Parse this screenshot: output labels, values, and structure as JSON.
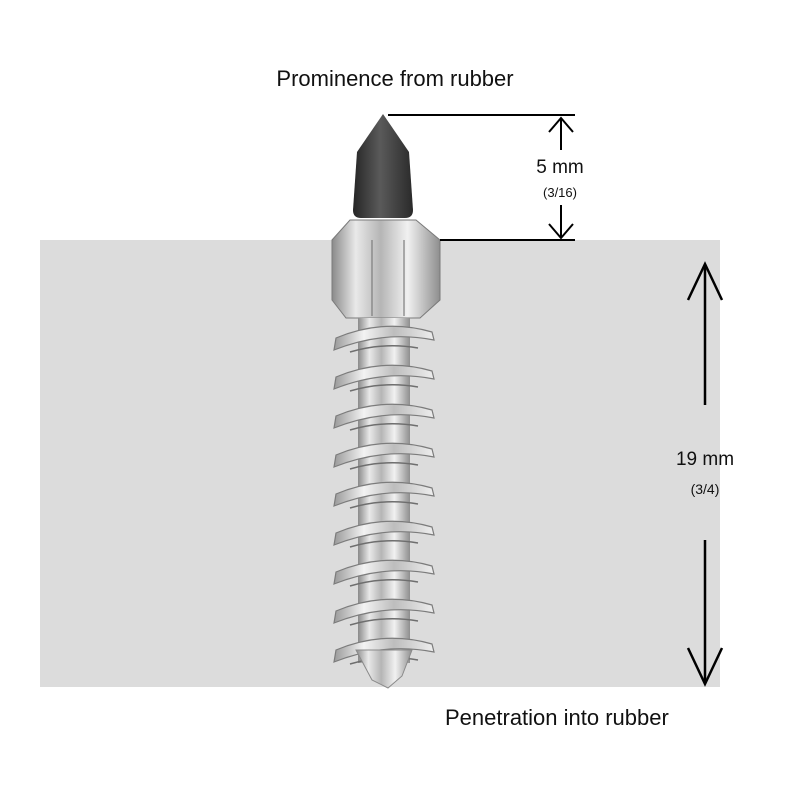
{
  "labels": {
    "prominence_title": "Prominence from rubber",
    "prominence_value": "5 mm",
    "prominence_fraction": "(3/16)",
    "penetration_value": "19 mm",
    "penetration_fraction": "(3/4)",
    "penetration_title": "Penetration into rubber"
  },
  "colors": {
    "rubber_block": "#dcdcdc",
    "dimension_line": "#000000",
    "stud_tip": "#3a3a3a",
    "stud_metal": "#c4c4c4"
  }
}
